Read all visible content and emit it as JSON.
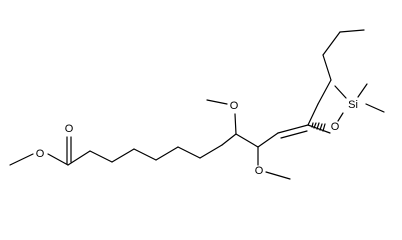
{
  "molecule": {
    "atoms": {
      "ester_carbonyl_oxygen": "O",
      "ester_oxygen": "O",
      "methoxy_oxygen_upper": "O",
      "methoxy_oxygen_lower": "O",
      "silyl_ether_oxygen": "O",
      "silicon": "Si"
    }
  }
}
